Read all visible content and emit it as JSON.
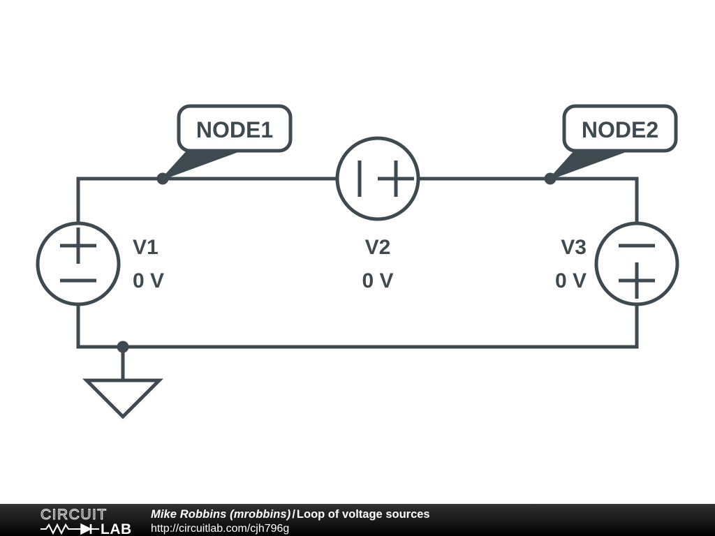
{
  "theme": {
    "ink": "#3e4a50",
    "background": "#ffffff",
    "footer_text": "#ffffff",
    "footer_dark": "#000000"
  },
  "schematic": {
    "title": "Loop of voltage sources",
    "node_labels": [
      {
        "id": "node1",
        "text": "NODE1"
      },
      {
        "id": "node2",
        "text": "NODE2"
      }
    ],
    "components": [
      {
        "id": "v1",
        "name": "V1",
        "value": "0 V",
        "type": "voltage-source",
        "orientation": "vertical",
        "polarity_top": "+",
        "polarity_bottom": "−"
      },
      {
        "id": "v2",
        "name": "V2",
        "value": "0 V",
        "type": "voltage-source",
        "orientation": "horizontal",
        "polarity_left": "−",
        "polarity_right": "+"
      },
      {
        "id": "v3",
        "name": "V3",
        "value": "0 V",
        "type": "voltage-source",
        "orientation": "vertical",
        "polarity_top": "−",
        "polarity_bottom": "+"
      }
    ],
    "ground": {
      "id": "gnd",
      "type": "ground-symbol"
    }
  },
  "footer": {
    "logo_top": "CIRCUIT",
    "logo_bottom": "LAB",
    "author": "Mike Robbins (mrobbins)",
    "separator": "/",
    "title": "Loop of voltage sources",
    "url": "http://circuitlab.com/cjh796g"
  }
}
